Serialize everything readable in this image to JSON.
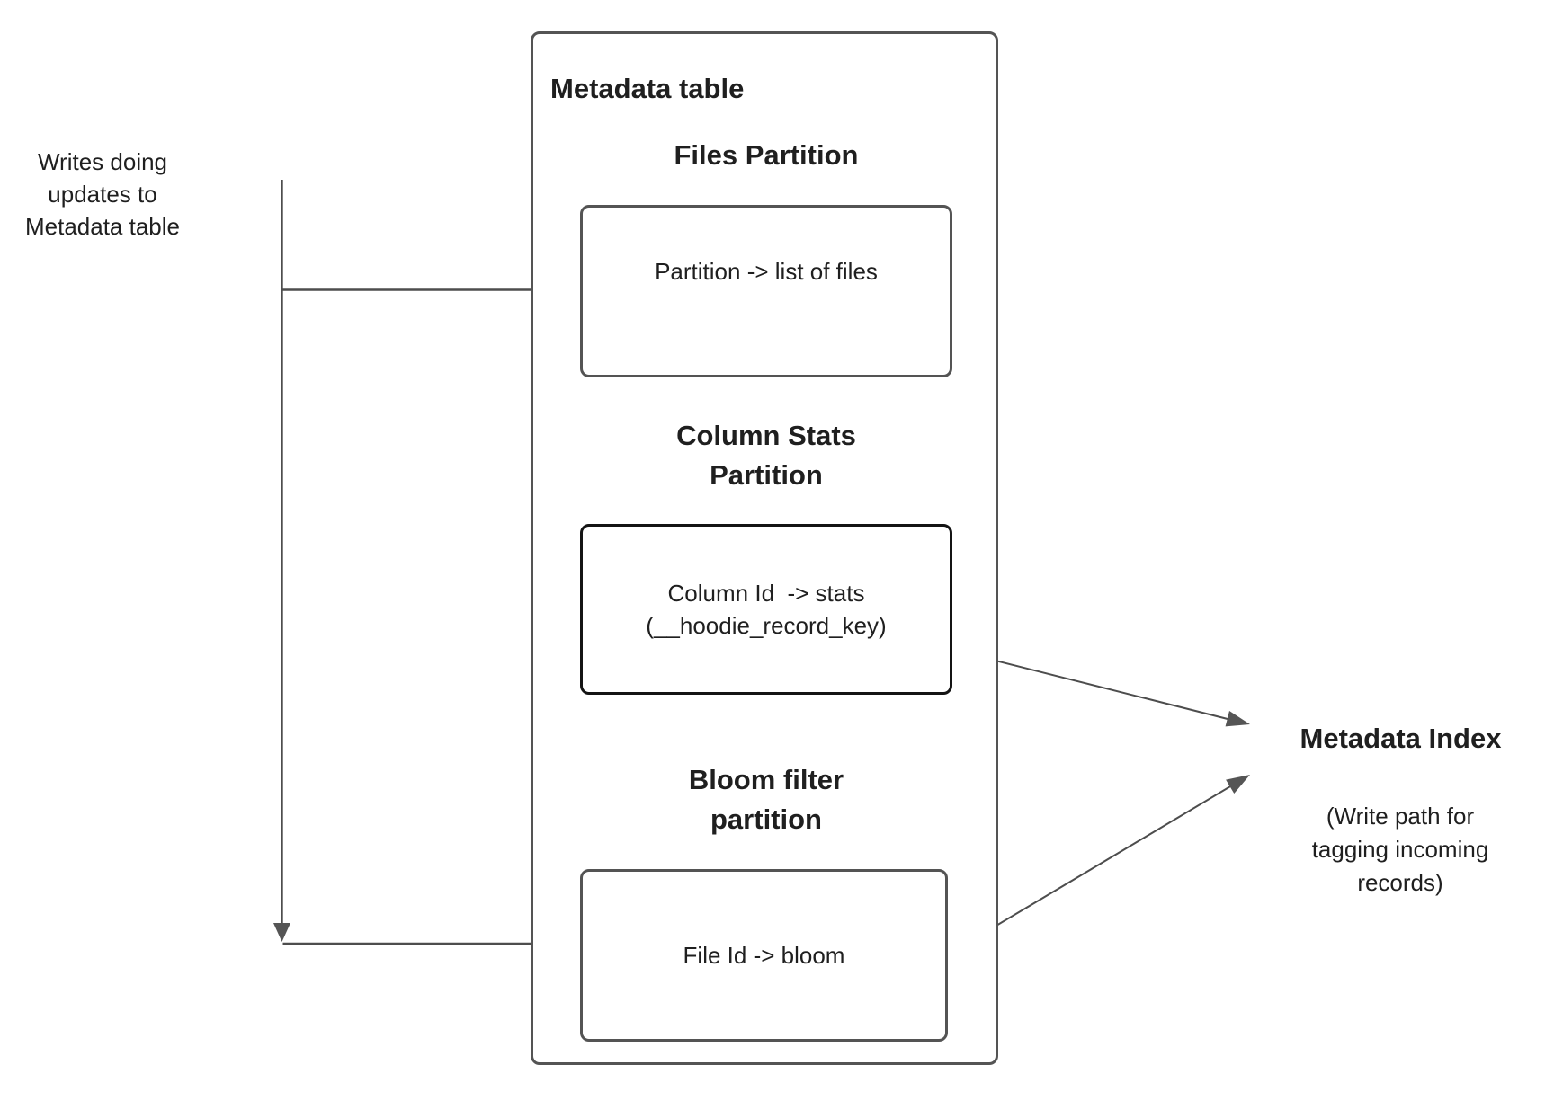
{
  "left_note": {
    "text": "Writes doing updates to Metadata table"
  },
  "metadata_table": {
    "title": "Metadata table",
    "files_partition": {
      "heading": "Files Partition",
      "body": "Partition -> list of files"
    },
    "column_stats_partition": {
      "heading": "Column Stats Partition",
      "body_line1": "Column Id  -> stats",
      "body_line2": "(__hoodie_record_key)"
    },
    "bloom_partition": {
      "heading": "Bloom filter partition",
      "body": "File Id -> bloom"
    }
  },
  "metadata_index": {
    "title": "Metadata Index",
    "subtitle": "(Write path for tagging incoming records)"
  },
  "colors": {
    "line": "#4d4d4d",
    "arrowhead": "#555555",
    "box_border": "#545454",
    "dark_box_border": "#141414",
    "text": "#1f1f1f",
    "background": "#ffffff"
  }
}
